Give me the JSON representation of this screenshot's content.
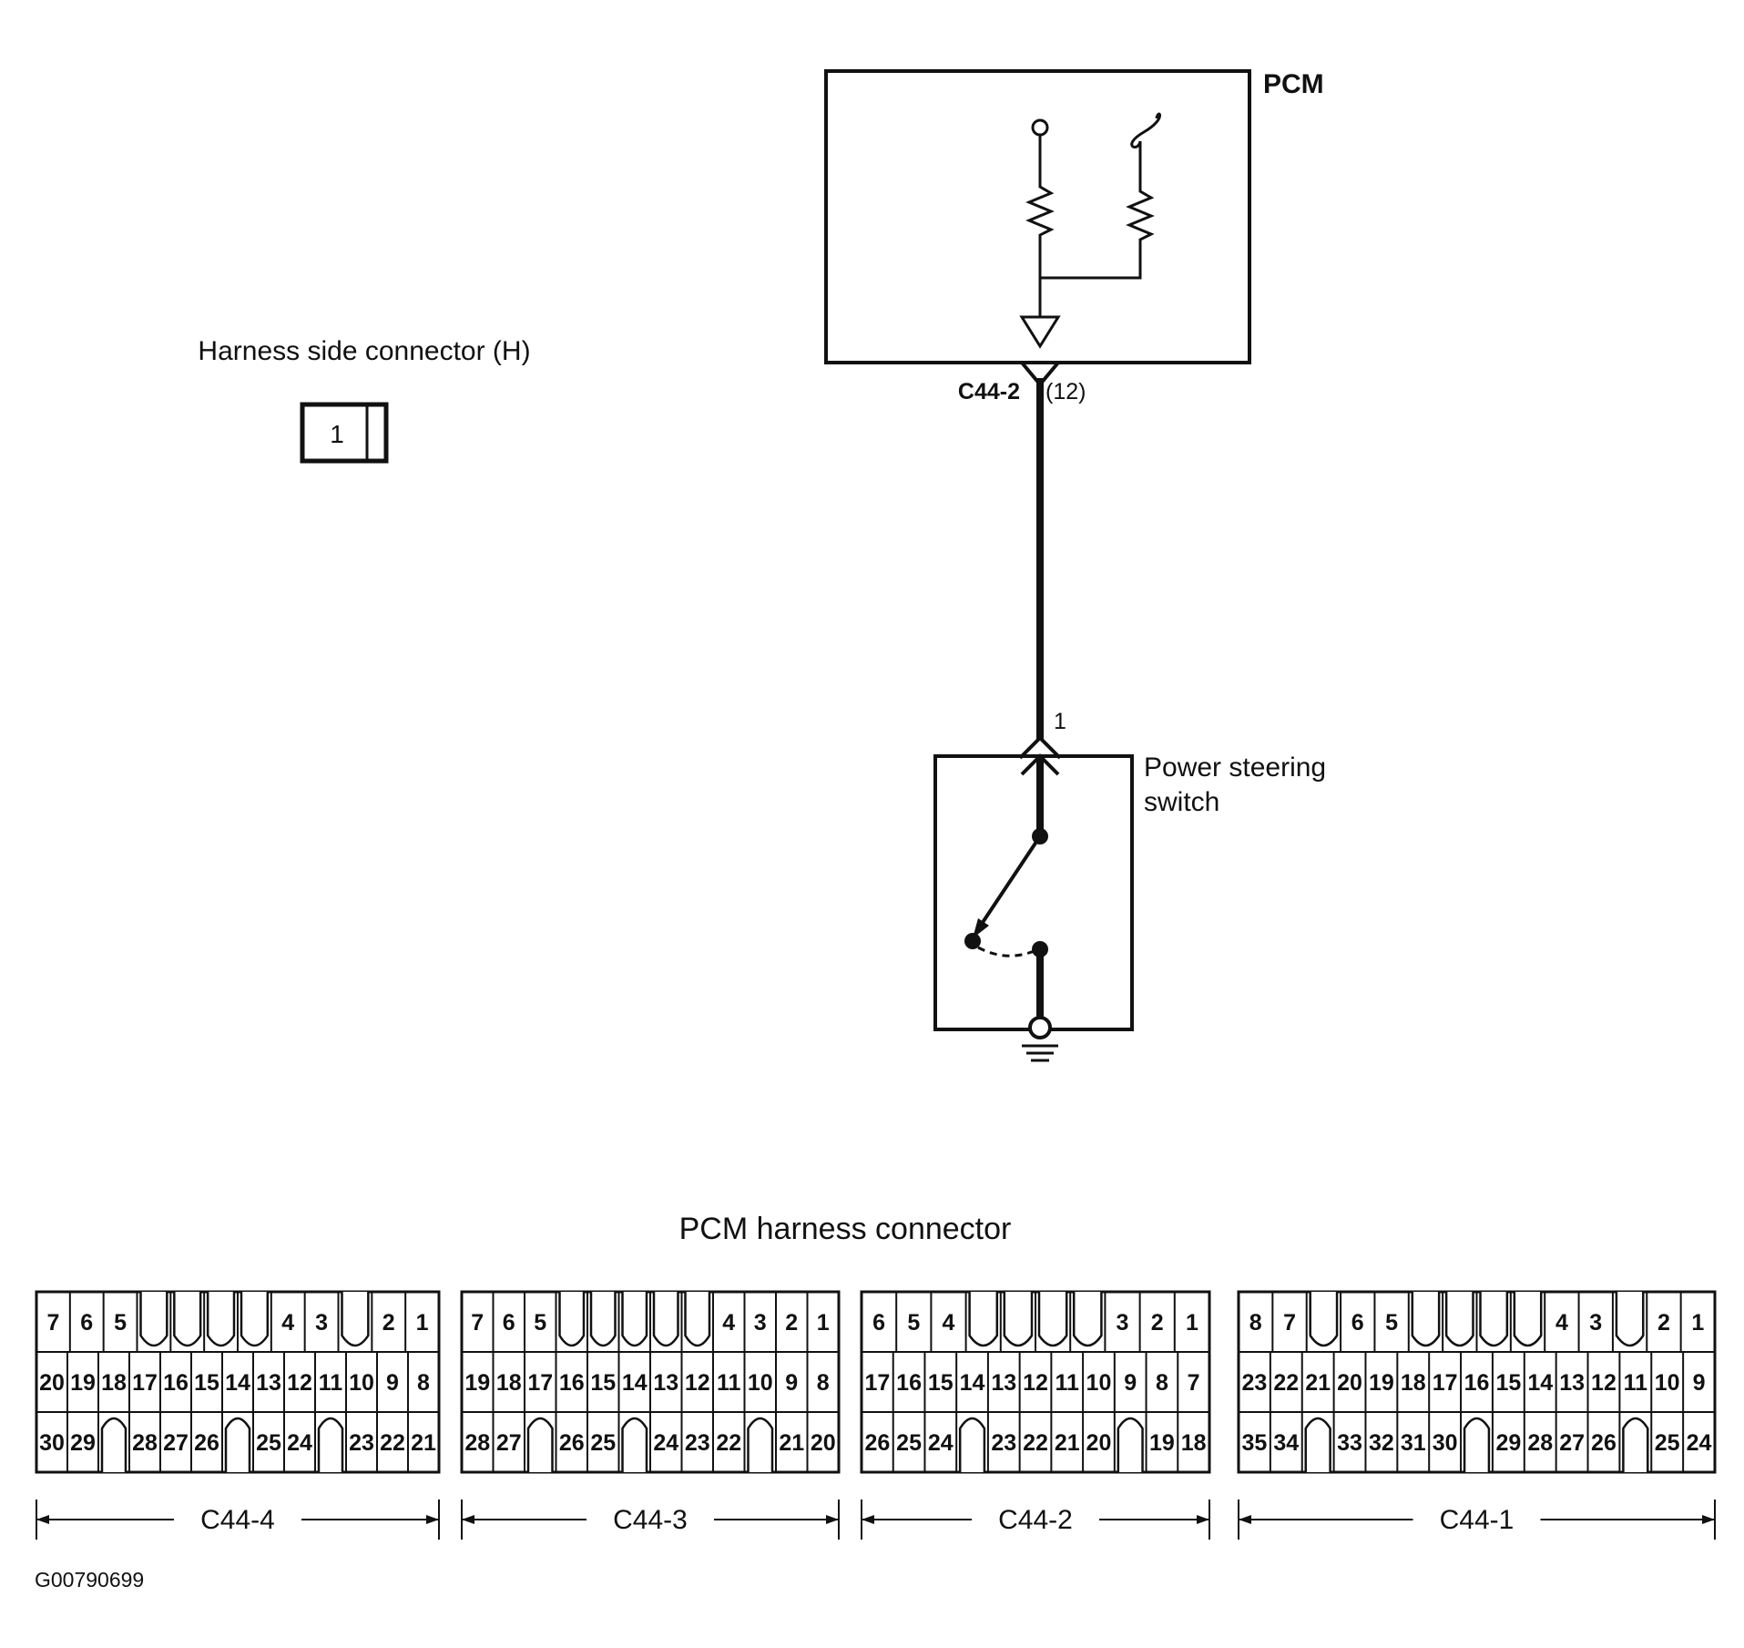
{
  "pcm_box": {
    "label": "PCM"
  },
  "pcm_terminal": {
    "connector": "C44-2",
    "pin": "(12)"
  },
  "harness_side_connector": {
    "label": "Harness side connector (H)",
    "pin": "1"
  },
  "switch_terminal": {
    "pin": "1"
  },
  "power_steering_switch": {
    "label_line1": "Power steering",
    "label_line2": "switch"
  },
  "pcm_harness_connector": {
    "title": "PCM harness connector",
    "connectors": [
      {
        "name": "C44-4",
        "rows": [
          [
            "7",
            "6",
            "5",
            "",
            "",
            "",
            "",
            "4",
            "3",
            "",
            "2",
            "1"
          ],
          [
            "20",
            "19",
            "18",
            "17",
            "16",
            "15",
            "14",
            "13",
            "12",
            "11",
            "10",
            "9",
            "8"
          ],
          [
            "30",
            "29",
            "",
            "28",
            "27",
            "26",
            "",
            "25",
            "24",
            "",
            "23",
            "22",
            "21"
          ]
        ]
      },
      {
        "name": "C44-3",
        "rows": [
          [
            "7",
            "6",
            "5",
            "",
            "",
            "",
            "",
            "",
            "4",
            "3",
            "2",
            "1"
          ],
          [
            "19",
            "18",
            "17",
            "16",
            "15",
            "14",
            "13",
            "12",
            "11",
            "10",
            "9",
            "8"
          ],
          [
            "28",
            "27",
            "",
            "26",
            "25",
            "",
            "24",
            "23",
            "22",
            "",
            "21",
            "20"
          ]
        ]
      },
      {
        "name": "C44-2",
        "rows": [
          [
            "6",
            "5",
            "4",
            "",
            "",
            "",
            "",
            "3",
            "2",
            "1"
          ],
          [
            "17",
            "16",
            "15",
            "14",
            "13",
            "12",
            "11",
            "10",
            "9",
            "8",
            "7"
          ],
          [
            "26",
            "25",
            "24",
            "",
            "23",
            "22",
            "21",
            "20",
            "",
            "19",
            "18"
          ]
        ]
      },
      {
        "name": "C44-1",
        "rows": [
          [
            "8",
            "7",
            "",
            "6",
            "5",
            "",
            "",
            "",
            "",
            "4",
            "3",
            "",
            "2",
            "1"
          ],
          [
            "23",
            "22",
            "21",
            "20",
            "19",
            "18",
            "17",
            "16",
            "15",
            "14",
            "13",
            "12",
            "11",
            "10",
            "9"
          ],
          [
            "35",
            "34",
            "",
            "33",
            "32",
            "31",
            "30",
            "",
            "29",
            "28",
            "27",
            "26",
            "",
            "25",
            "24"
          ]
        ]
      }
    ]
  },
  "figure_id": "G00790699"
}
